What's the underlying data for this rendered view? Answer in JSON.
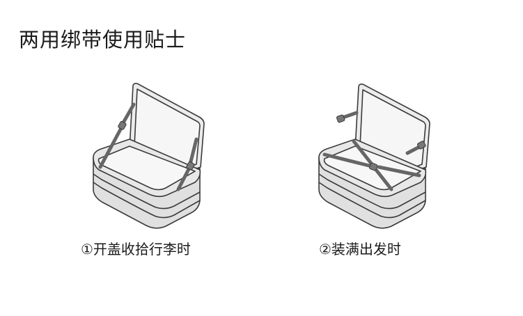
{
  "page": {
    "title": "两用绑带使用贴士"
  },
  "steps": [
    {
      "caption": "①开盖收拾行李时",
      "illustration": "open-suitcase-with-strap-clipped-to-lid-icon"
    },
    {
      "caption": "②装满出发时",
      "illustration": "open-suitcase-with-strap-crossed-over-contents-icon"
    }
  ],
  "colors": {
    "outline": "#3a3a3a",
    "shell_fill": "#e4e4e4",
    "shell_band": "#cfcfcf",
    "lid_inner": "#f4f4f4",
    "strap": "#666666"
  }
}
